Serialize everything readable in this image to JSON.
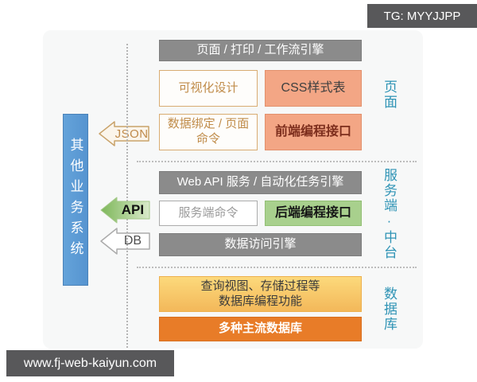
{
  "watermarks": {
    "telegram": "TG: MYYJJPP",
    "website": "www.fj-web-kaiyun.com"
  },
  "left_system_bar": {
    "label": "其他业务系统"
  },
  "connectors": {
    "json": "JSON",
    "api": "API",
    "db": "DB"
  },
  "sections": {
    "page": {
      "label": "页面",
      "engine": "页面 / 打印 / 工作流引擎",
      "visual_design": "可视化设计",
      "css_stylesheet": "CSS样式表",
      "data_binding": "数据绑定 / 页面命令",
      "frontend_api": "前端编程接口"
    },
    "server": {
      "label": "服务端·中台",
      "engine": "Web API 服务 / 自动化任务引擎",
      "server_commands": "服务端命令",
      "backend_api": "后端编程接口",
      "data_access": "数据访问引擎"
    },
    "database": {
      "label": "数据库",
      "programming_line1": "查询视图、存储过程等",
      "programming_line2": "数据库编程功能",
      "mainstream": "多种主流数据库"
    }
  },
  "colors": {
    "accent_blue": "#5b9bd5",
    "accent_gray": "#8b8b8b",
    "accent_salmon": "#f3a685",
    "accent_green": "#a8d08d",
    "accent_orange": "#e87c28",
    "accent_gold": "#fcd97b",
    "label_teal": "#2e93b5",
    "watermark_gray": "#58585a"
  }
}
